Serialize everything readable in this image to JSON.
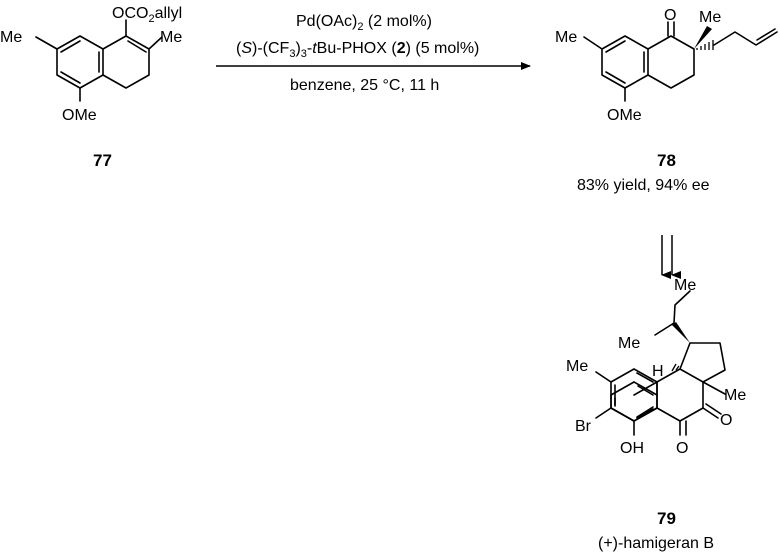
{
  "reaction": {
    "conditions": {
      "line1": {
        "main": "Pd(OAc)",
        "sub": "2",
        "rest": " (2 mol%)"
      },
      "line2": {
        "p1": "(",
        "s": "S",
        "p2": ")-(CF",
        "sub1": "3",
        "p3": ")",
        "sub2": "3",
        "p4": "-",
        "t": "t",
        "p5": "Bu-PHOX (",
        "cat": "2",
        "p6": ") (5 mol%)"
      },
      "line3": "benzene, 25 °C, 11 h"
    },
    "compounds": {
      "c77": {
        "number": "77",
        "me_left": "Me",
        "me_right": "Me",
        "ome": "OMe",
        "carbonate": {
          "a": "OCO",
          "sub": "2",
          "b": "allyl"
        }
      },
      "c78": {
        "number": "78",
        "yield_text": "83% yield, 94% ee",
        "me_ring": "Me",
        "me_quat": "Me",
        "ketone_o": "O",
        "ome": "OMe"
      },
      "c79": {
        "number": "79",
        "name": "(+)-hamigeran B",
        "me_top": "Me",
        "me_iso": "Me",
        "me_ring": "Me",
        "me_quat": "Me",
        "h": "H",
        "br": "Br",
        "oh": "OH",
        "o1": "O",
        "o2": "O"
      }
    }
  }
}
